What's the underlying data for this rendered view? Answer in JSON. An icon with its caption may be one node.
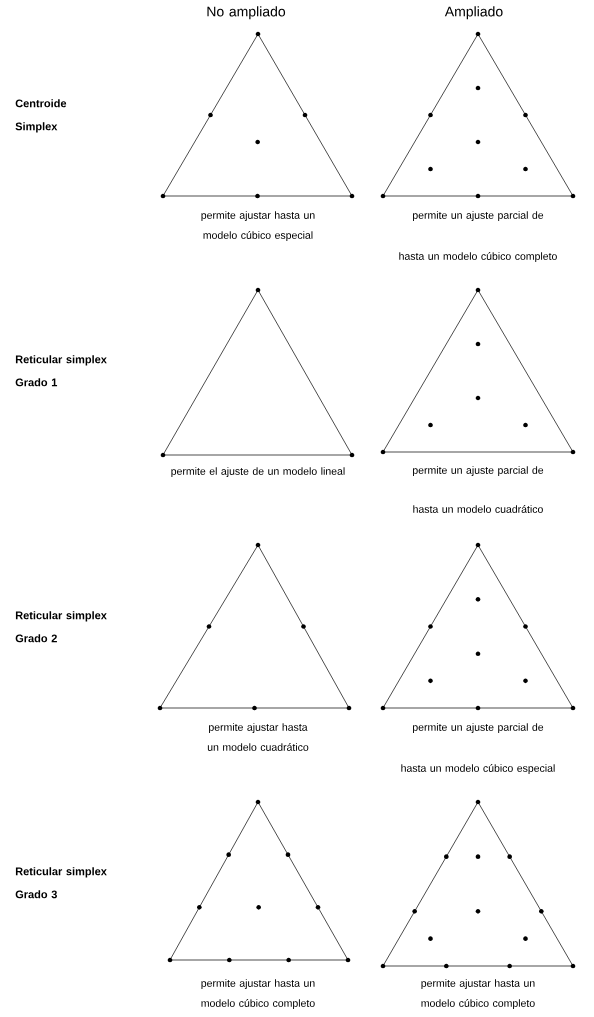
{
  "diagram": {
    "labels": [
      "No ampliado",
      "Ampliado",
      "Centroide Simplex",
      "permite ajustar hasta un modelo cúbico especial",
      "permite un ajuste parcial de hasta un modelo cúbico completo",
      "Reticular simplex Grado 1",
      "permite el ajuste de un modelo lineal",
      "permite un ajuste parcial de hasta un modelo cuadrático",
      "Reticular simplex Grado 2",
      "permite ajustar hasta un modelo cuadrático",
      "permite un ajuste parcial de hasta un modelo cúbico especial",
      "Reticular simplex Grado 3",
      "permite ajustar hasta un modelo cúbico completo",
      "permite ajustar hasta un modelo cúbico completo"
    ]
  }
}
